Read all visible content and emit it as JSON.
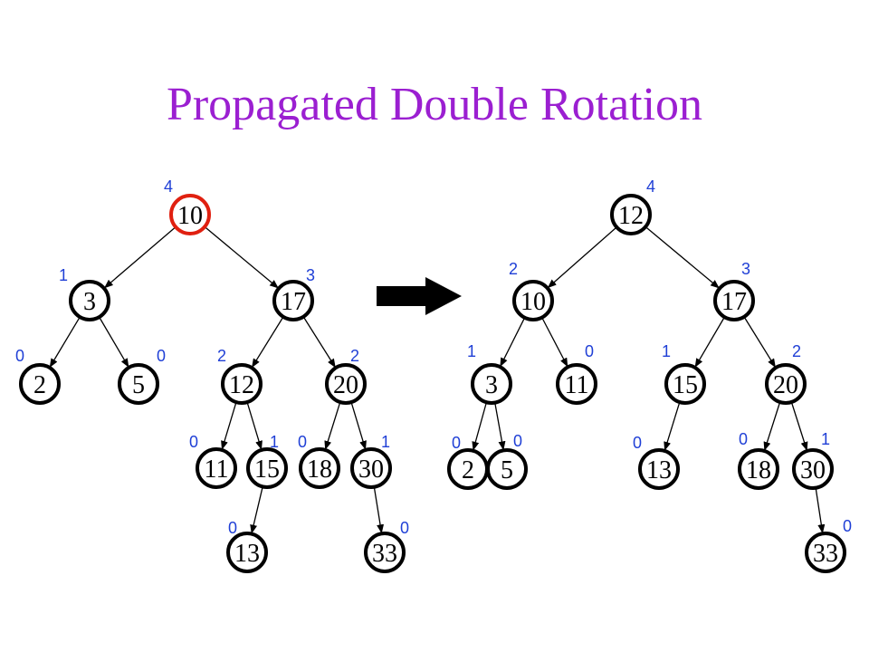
{
  "title": "Propagated Double Rotation",
  "colors": {
    "title": "#9b1fd1",
    "balance": "#1f3fd6",
    "highlight": "#e02010",
    "node": "#000000",
    "arrow": "#000000"
  },
  "before_tree": {
    "nodes": [
      {
        "id": "b10",
        "key": "10",
        "balance": "4",
        "highlight": true
      },
      {
        "id": "b3",
        "key": "3",
        "balance": "1"
      },
      {
        "id": "b17",
        "key": "17",
        "balance": "3"
      },
      {
        "id": "b2",
        "key": "2",
        "balance": "0"
      },
      {
        "id": "b5",
        "key": "5",
        "balance": "0"
      },
      {
        "id": "b12",
        "key": "12",
        "balance": "2"
      },
      {
        "id": "b20",
        "key": "20",
        "balance": "2"
      },
      {
        "id": "b11",
        "key": "11",
        "balance": "0"
      },
      {
        "id": "b15",
        "key": "15",
        "balance": "1"
      },
      {
        "id": "b18",
        "key": "18",
        "balance": "0"
      },
      {
        "id": "b30",
        "key": "30",
        "balance": "1"
      },
      {
        "id": "b13",
        "key": "13",
        "balance": "0"
      },
      {
        "id": "b33",
        "key": "33",
        "balance": "0"
      }
    ],
    "edges": [
      [
        "b10",
        "b3"
      ],
      [
        "b10",
        "b17"
      ],
      [
        "b3",
        "b2"
      ],
      [
        "b3",
        "b5"
      ],
      [
        "b17",
        "b12"
      ],
      [
        "b17",
        "b20"
      ],
      [
        "b12",
        "b11"
      ],
      [
        "b12",
        "b15"
      ],
      [
        "b20",
        "b18"
      ],
      [
        "b20",
        "b30"
      ],
      [
        "b15",
        "b13"
      ],
      [
        "b30",
        "b33"
      ]
    ]
  },
  "after_tree": {
    "nodes": [
      {
        "id": "a12",
        "key": "12",
        "balance": "4"
      },
      {
        "id": "a10",
        "key": "10",
        "balance": "2"
      },
      {
        "id": "a17",
        "key": "17",
        "balance": "3"
      },
      {
        "id": "a3",
        "key": "3",
        "balance": "1"
      },
      {
        "id": "a11",
        "key": "11",
        "balance": "0"
      },
      {
        "id": "a15",
        "key": "15",
        "balance": "1"
      },
      {
        "id": "a20",
        "key": "20",
        "balance": "2"
      },
      {
        "id": "a2",
        "key": "2",
        "balance": "0"
      },
      {
        "id": "a5",
        "key": "5",
        "balance": "0"
      },
      {
        "id": "a13",
        "key": "13",
        "balance": "0"
      },
      {
        "id": "a18",
        "key": "18",
        "balance": "0"
      },
      {
        "id": "a30",
        "key": "30",
        "balance": "1"
      },
      {
        "id": "a33",
        "key": "33",
        "balance": "0"
      }
    ],
    "edges": [
      [
        "a12",
        "a10"
      ],
      [
        "a12",
        "a17"
      ],
      [
        "a10",
        "a3"
      ],
      [
        "a10",
        "a11"
      ],
      [
        "a17",
        "a15"
      ],
      [
        "a17",
        "a20"
      ],
      [
        "a3",
        "a2"
      ],
      [
        "a3",
        "a5"
      ],
      [
        "a15",
        "a13"
      ],
      [
        "a20",
        "a18"
      ],
      [
        "a20",
        "a30"
      ],
      [
        "a30",
        "a33"
      ]
    ]
  }
}
